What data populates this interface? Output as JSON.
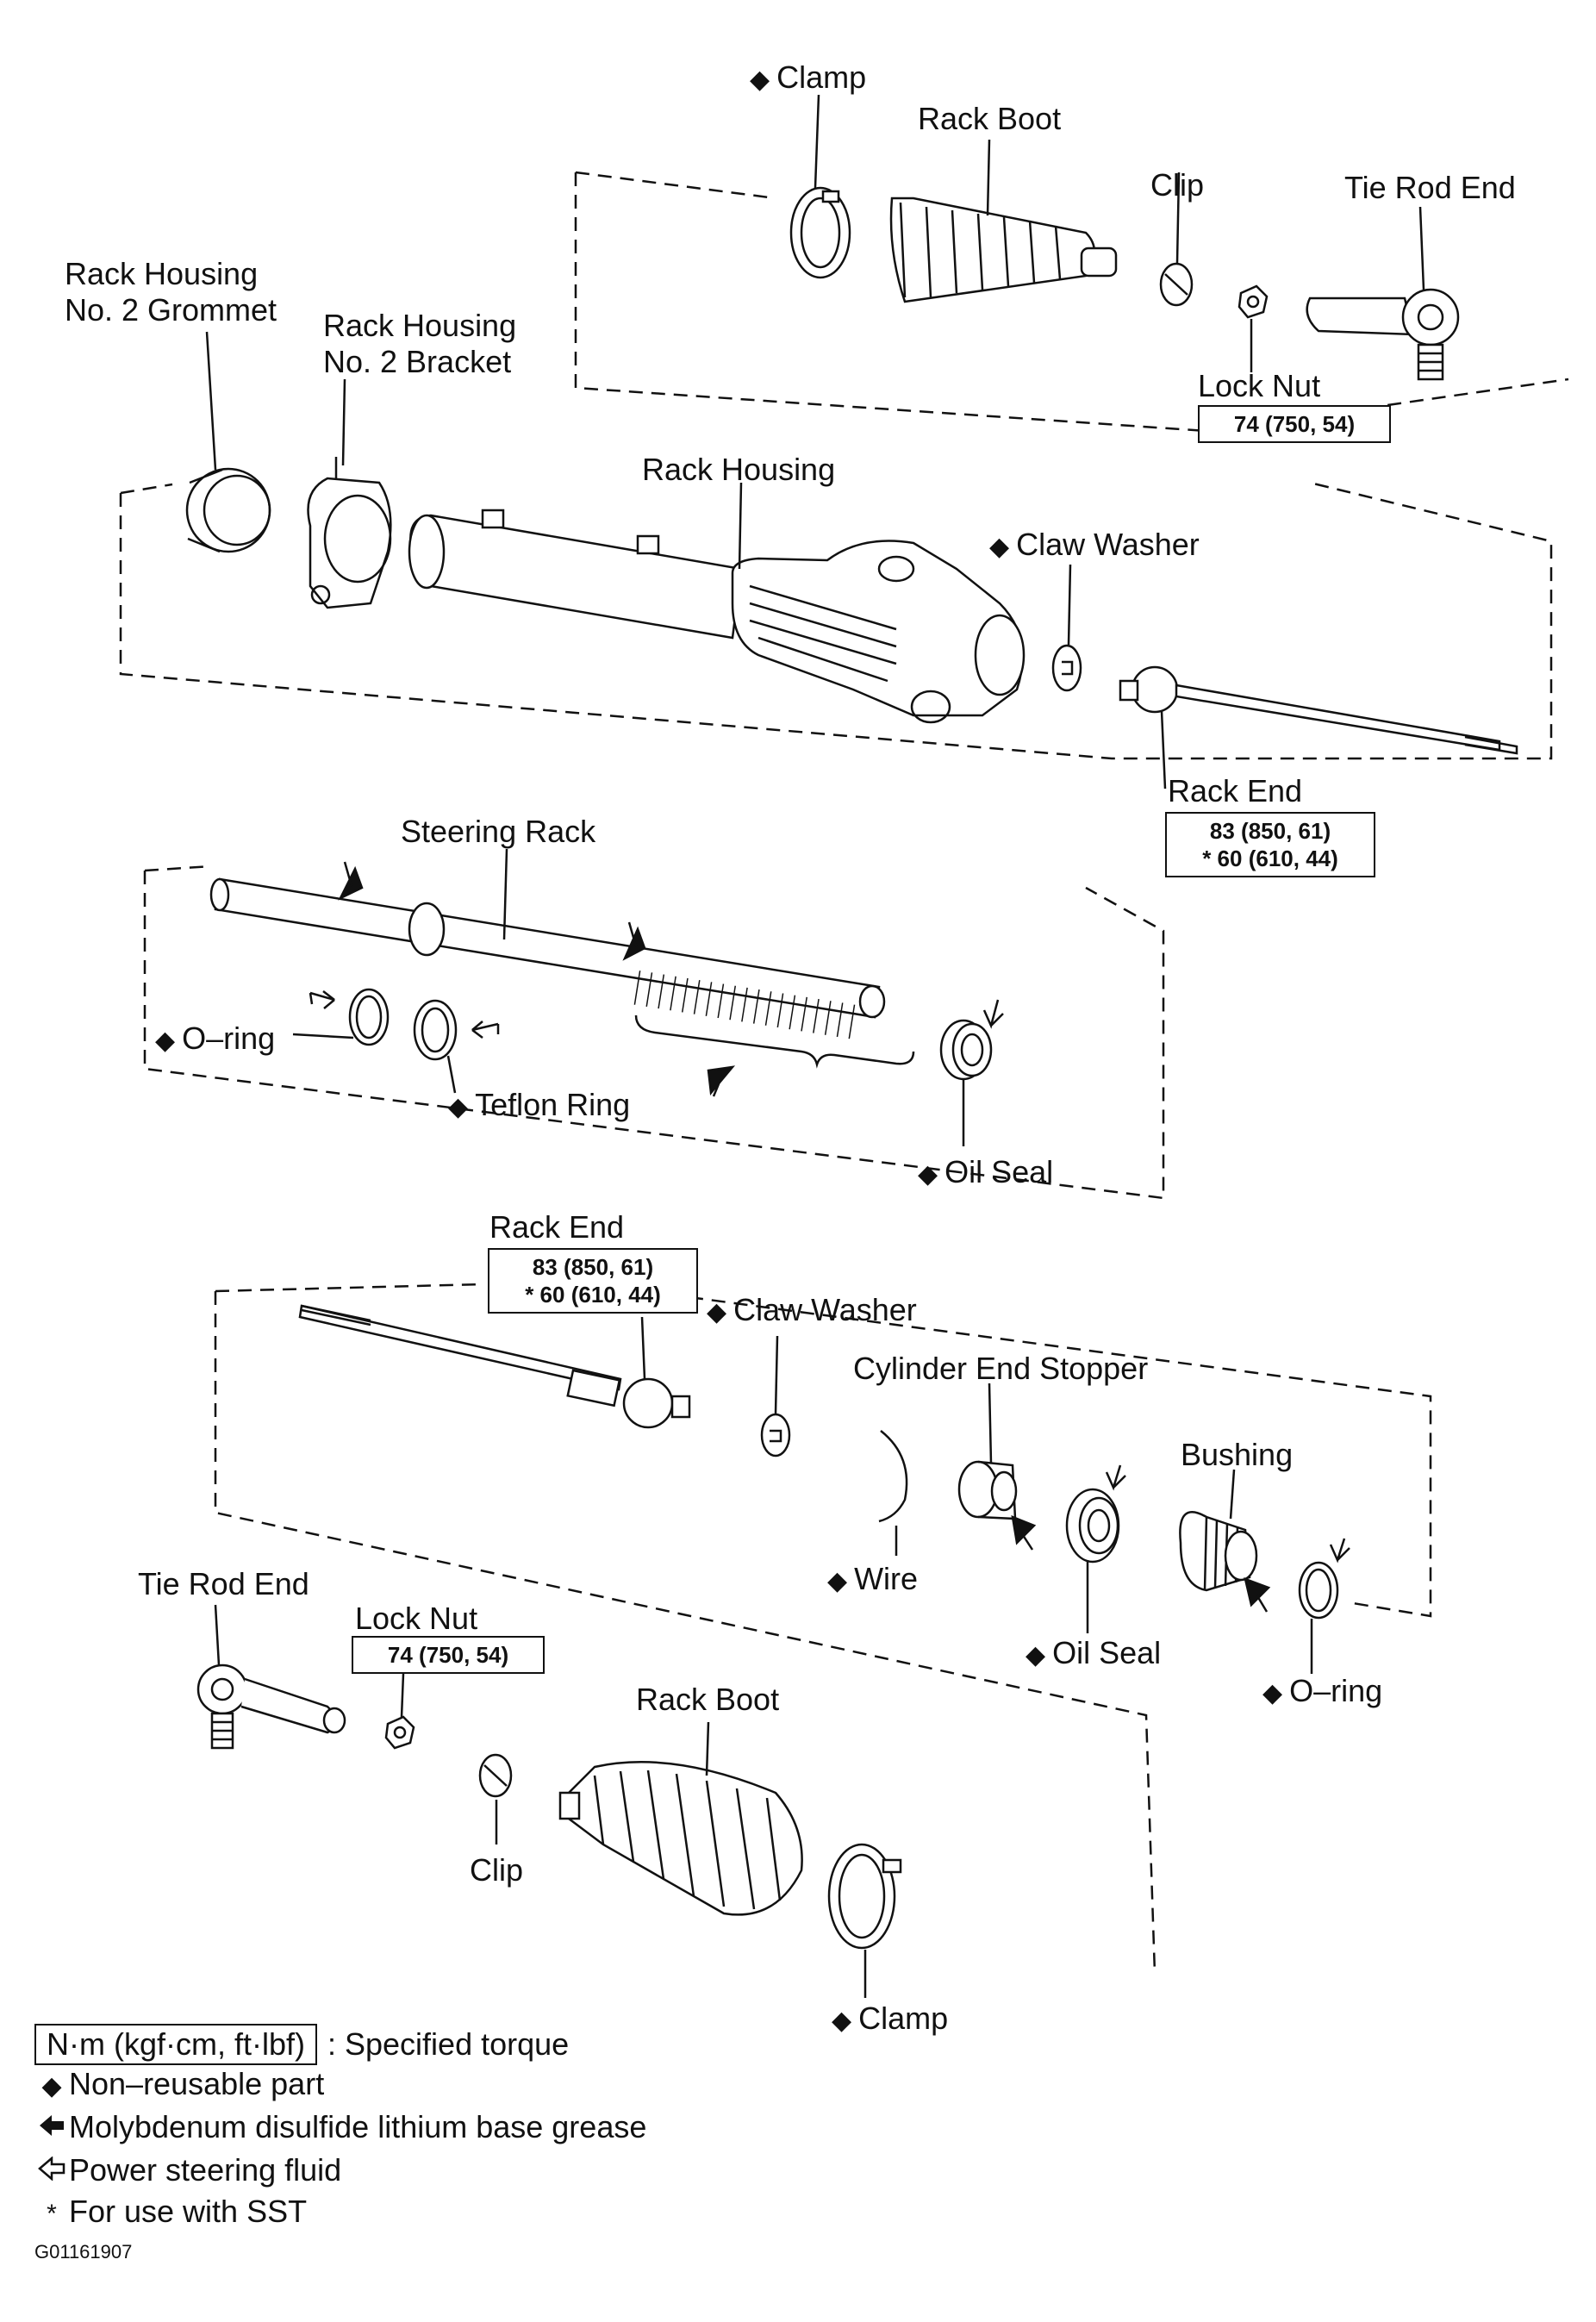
{
  "labels": {
    "clamp_top": "Clamp",
    "rack_boot_top": "Rack Boot",
    "clip_top": "Clip",
    "tie_rod_end_top": "Tie Rod End",
    "lock_nut_top": "Lock Nut",
    "rack_housing_grommet_1": "Rack Housing",
    "rack_housing_grommet_2": "No. 2 Grommet",
    "rack_housing_bracket_1": "Rack Housing",
    "rack_housing_bracket_2": "No. 2 Bracket",
    "rack_housing": "Rack Housing",
    "claw_washer_top": "Claw Washer",
    "rack_end_top": "Rack End",
    "steering_rack": "Steering Rack",
    "o_ring_left": "O–ring",
    "teflon_ring": "Teflon Ring",
    "oil_seal_mid": "Oil Seal",
    "rack_end_bottom": "Rack End",
    "claw_washer_bottom": "Claw Washer",
    "cylinder_end_stopper": "Cylinder End Stopper",
    "bushing": "Bushing",
    "wire": "Wire",
    "oil_seal_bottom": "Oil Seal",
    "o_ring_right": "O–ring",
    "tie_rod_end_bottom": "Tie Rod End",
    "lock_nut_bottom": "Lock Nut",
    "rack_boot_bottom": "Rack Boot",
    "clip_bottom": "Clip",
    "clamp_bottom": "Clamp"
  },
  "torques": {
    "lock_nut_top": "74 (750, 54)",
    "rack_end_top_1": "83 (850, 61)",
    "rack_end_top_2": "* 60 (610, 44)",
    "rack_end_bottom_1": "83 (850, 61)",
    "rack_end_bottom_2": "* 60 (610, 44)",
    "lock_nut_bottom": "74 (750, 54)"
  },
  "legend": {
    "torque_box": "N·m (kgf·cm, ft·lbf)",
    "torque_desc": ": Specified torque",
    "non_reusable": "Non–reusable part",
    "moly_grease": "Molybdenum disulfide lithium base grease",
    "ps_fluid": "Power steering fluid",
    "sst_symbol": "*",
    "sst": "For use with SST"
  },
  "figure_code": "G01161907",
  "symbols": {
    "diamond": "◆",
    "solid_arrow": "🡄",
    "hollow_arrow": "⇦"
  }
}
